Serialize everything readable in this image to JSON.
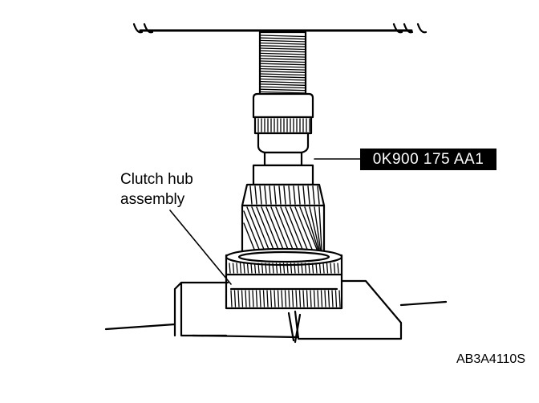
{
  "labels": {
    "clutch_hub_line1": "Clutch hub",
    "clutch_hub_line2": "assembly",
    "tool_number": "0K900 175 AA1",
    "figure_code": "AB3A4110S"
  },
  "colors": {
    "ink": "#000000",
    "background": "#ffffff",
    "tag_text": "#ffffff"
  }
}
